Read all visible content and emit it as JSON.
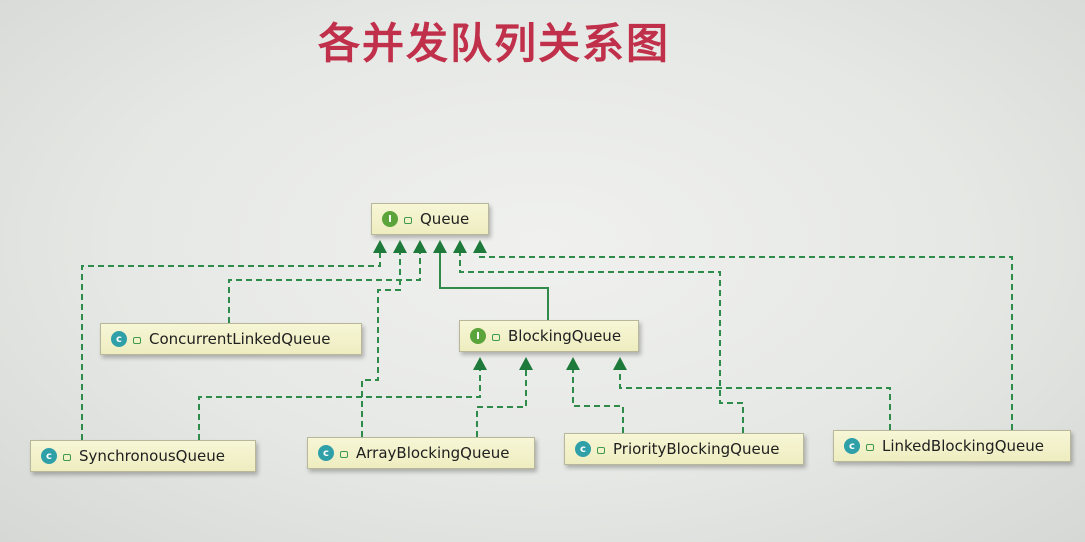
{
  "title": "各并发队列关系图",
  "nodes": {
    "queue": {
      "badge": "I",
      "name": "Queue",
      "kind": "interface"
    },
    "concurrent": {
      "badge": "c",
      "name": "ConcurrentLinkedQueue",
      "kind": "class"
    },
    "blocking": {
      "badge": "I",
      "name": "BlockingQueue",
      "kind": "interface"
    },
    "synchronous": {
      "badge": "c",
      "name": "SynchronousQueue",
      "kind": "class"
    },
    "array": {
      "badge": "c",
      "name": "ArrayBlockingQueue",
      "kind": "class"
    },
    "priority": {
      "badge": "c",
      "name": "PriorityBlockingQueue",
      "kind": "class"
    },
    "linked": {
      "badge": "c",
      "name": "LinkedBlockingQueue",
      "kind": "class"
    }
  },
  "relations": [
    {
      "from": "BlockingQueue",
      "to": "Queue",
      "type": "extends"
    },
    {
      "from": "ConcurrentLinkedQueue",
      "to": "Queue",
      "type": "implements"
    },
    {
      "from": "SynchronousQueue",
      "to": "Queue",
      "type": "implements"
    },
    {
      "from": "ArrayBlockingQueue",
      "to": "Queue",
      "type": "implements"
    },
    {
      "from": "PriorityBlockingQueue",
      "to": "Queue",
      "type": "implements"
    },
    {
      "from": "LinkedBlockingQueue",
      "to": "Queue",
      "type": "implements"
    },
    {
      "from": "SynchronousQueue",
      "to": "BlockingQueue",
      "type": "implements"
    },
    {
      "from": "ArrayBlockingQueue",
      "to": "BlockingQueue",
      "type": "implements"
    },
    {
      "from": "PriorityBlockingQueue",
      "to": "BlockingQueue",
      "type": "implements"
    },
    {
      "from": "LinkedBlockingQueue",
      "to": "BlockingQueue",
      "type": "implements"
    }
  ],
  "colors": {
    "title": "#c0304a",
    "edge": "#2e8b4a",
    "arrow": "#1e7a3a",
    "node_fill": "#f3f2cd",
    "interface_badge": "#5aa43b",
    "class_badge": "#2f9fa8"
  }
}
